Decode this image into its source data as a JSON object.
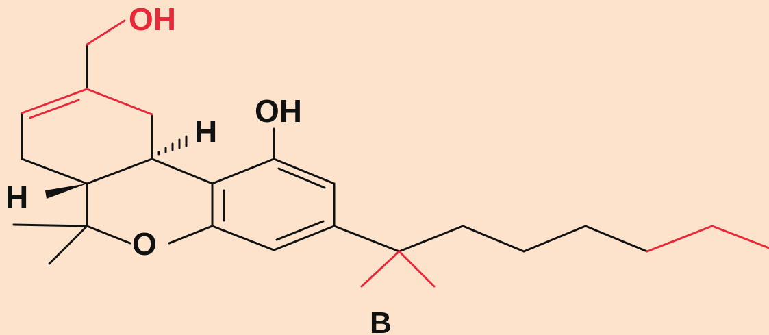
{
  "colors": {
    "background": "#fde3cc",
    "bond": "#111111",
    "highlight": "#e8293a",
    "text": "#111111"
  },
  "labels": {
    "oh_top": "OH",
    "oh_phenol": "OH",
    "h_upper": "H",
    "h_lower": "H",
    "o_ring": "O",
    "caption": "B"
  }
}
